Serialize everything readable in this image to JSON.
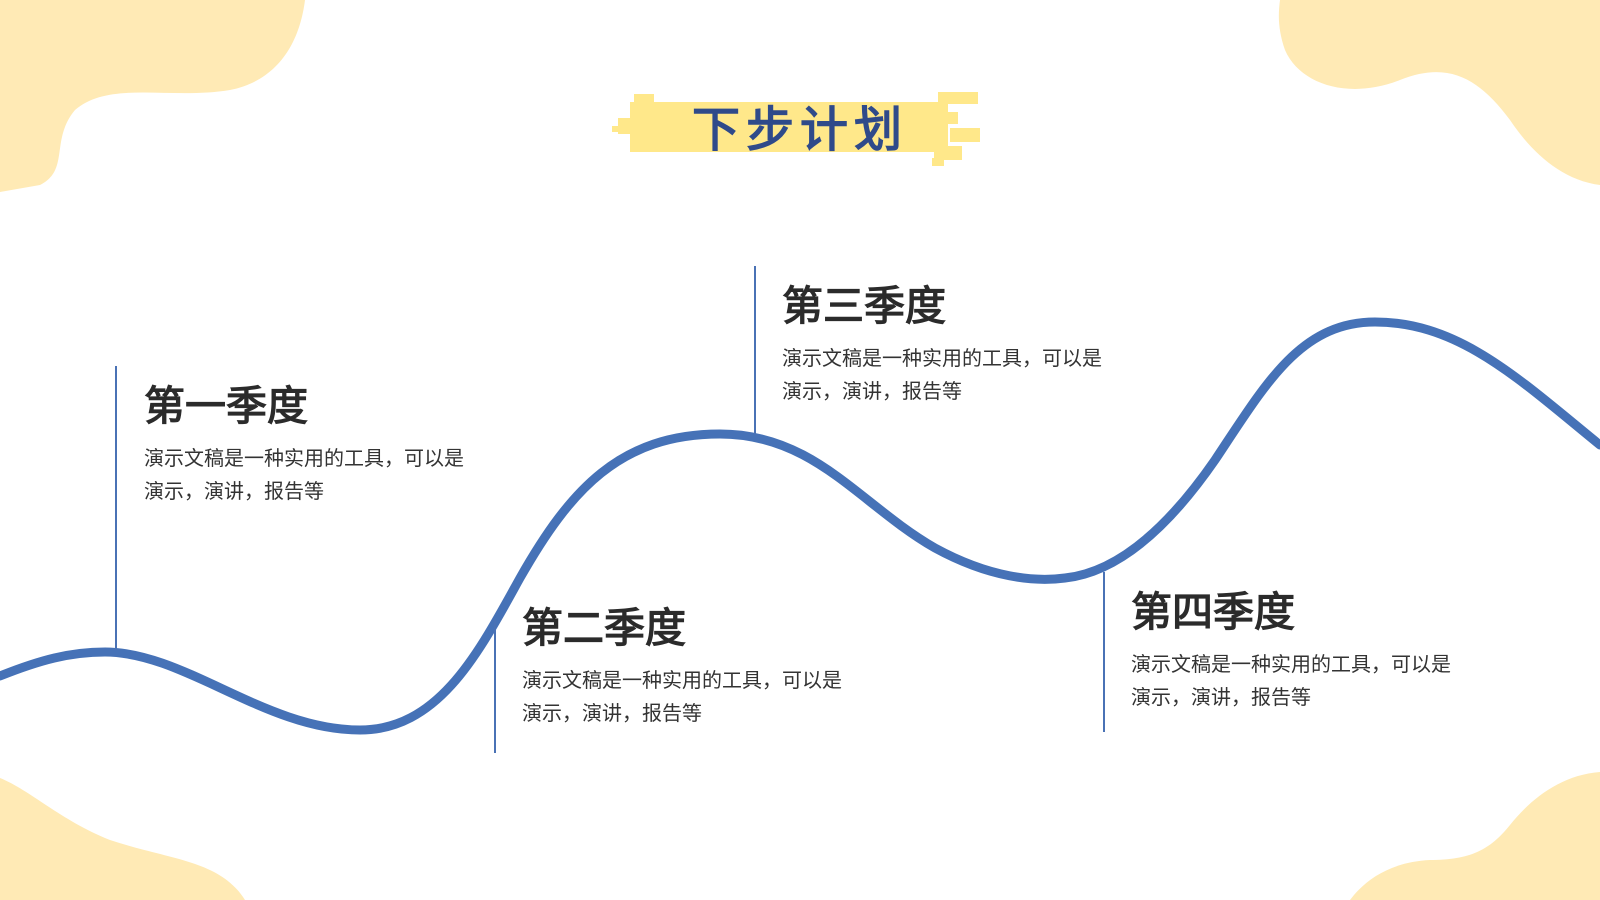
{
  "title": "下步计划",
  "colors": {
    "background": "#ffffff",
    "blob": "#ffeab5",
    "title_highlight": "#ffe88a",
    "title_text": "#2f4a8a",
    "curve": "#4672b7",
    "heading": "#2b2b2b",
    "body": "#333333"
  },
  "quarters": [
    {
      "label": "第一季度",
      "desc_line1": "演示文稿是一种实用的工具，可以是",
      "desc_line2": "演示，演讲，报告等"
    },
    {
      "label": "第二季度",
      "desc_line1": "演示文稿是一种实用的工具，可以是",
      "desc_line2": "演示，演讲，报告等"
    },
    {
      "label": "第三季度",
      "desc_line1": "演示文稿是一种实用的工具，可以是",
      "desc_line2": "演示，演讲，报告等"
    },
    {
      "label": "第四季度",
      "desc_line1": "演示文稿是一种实用的工具，可以是",
      "desc_line2": "演示，演讲，报告等"
    }
  ]
}
